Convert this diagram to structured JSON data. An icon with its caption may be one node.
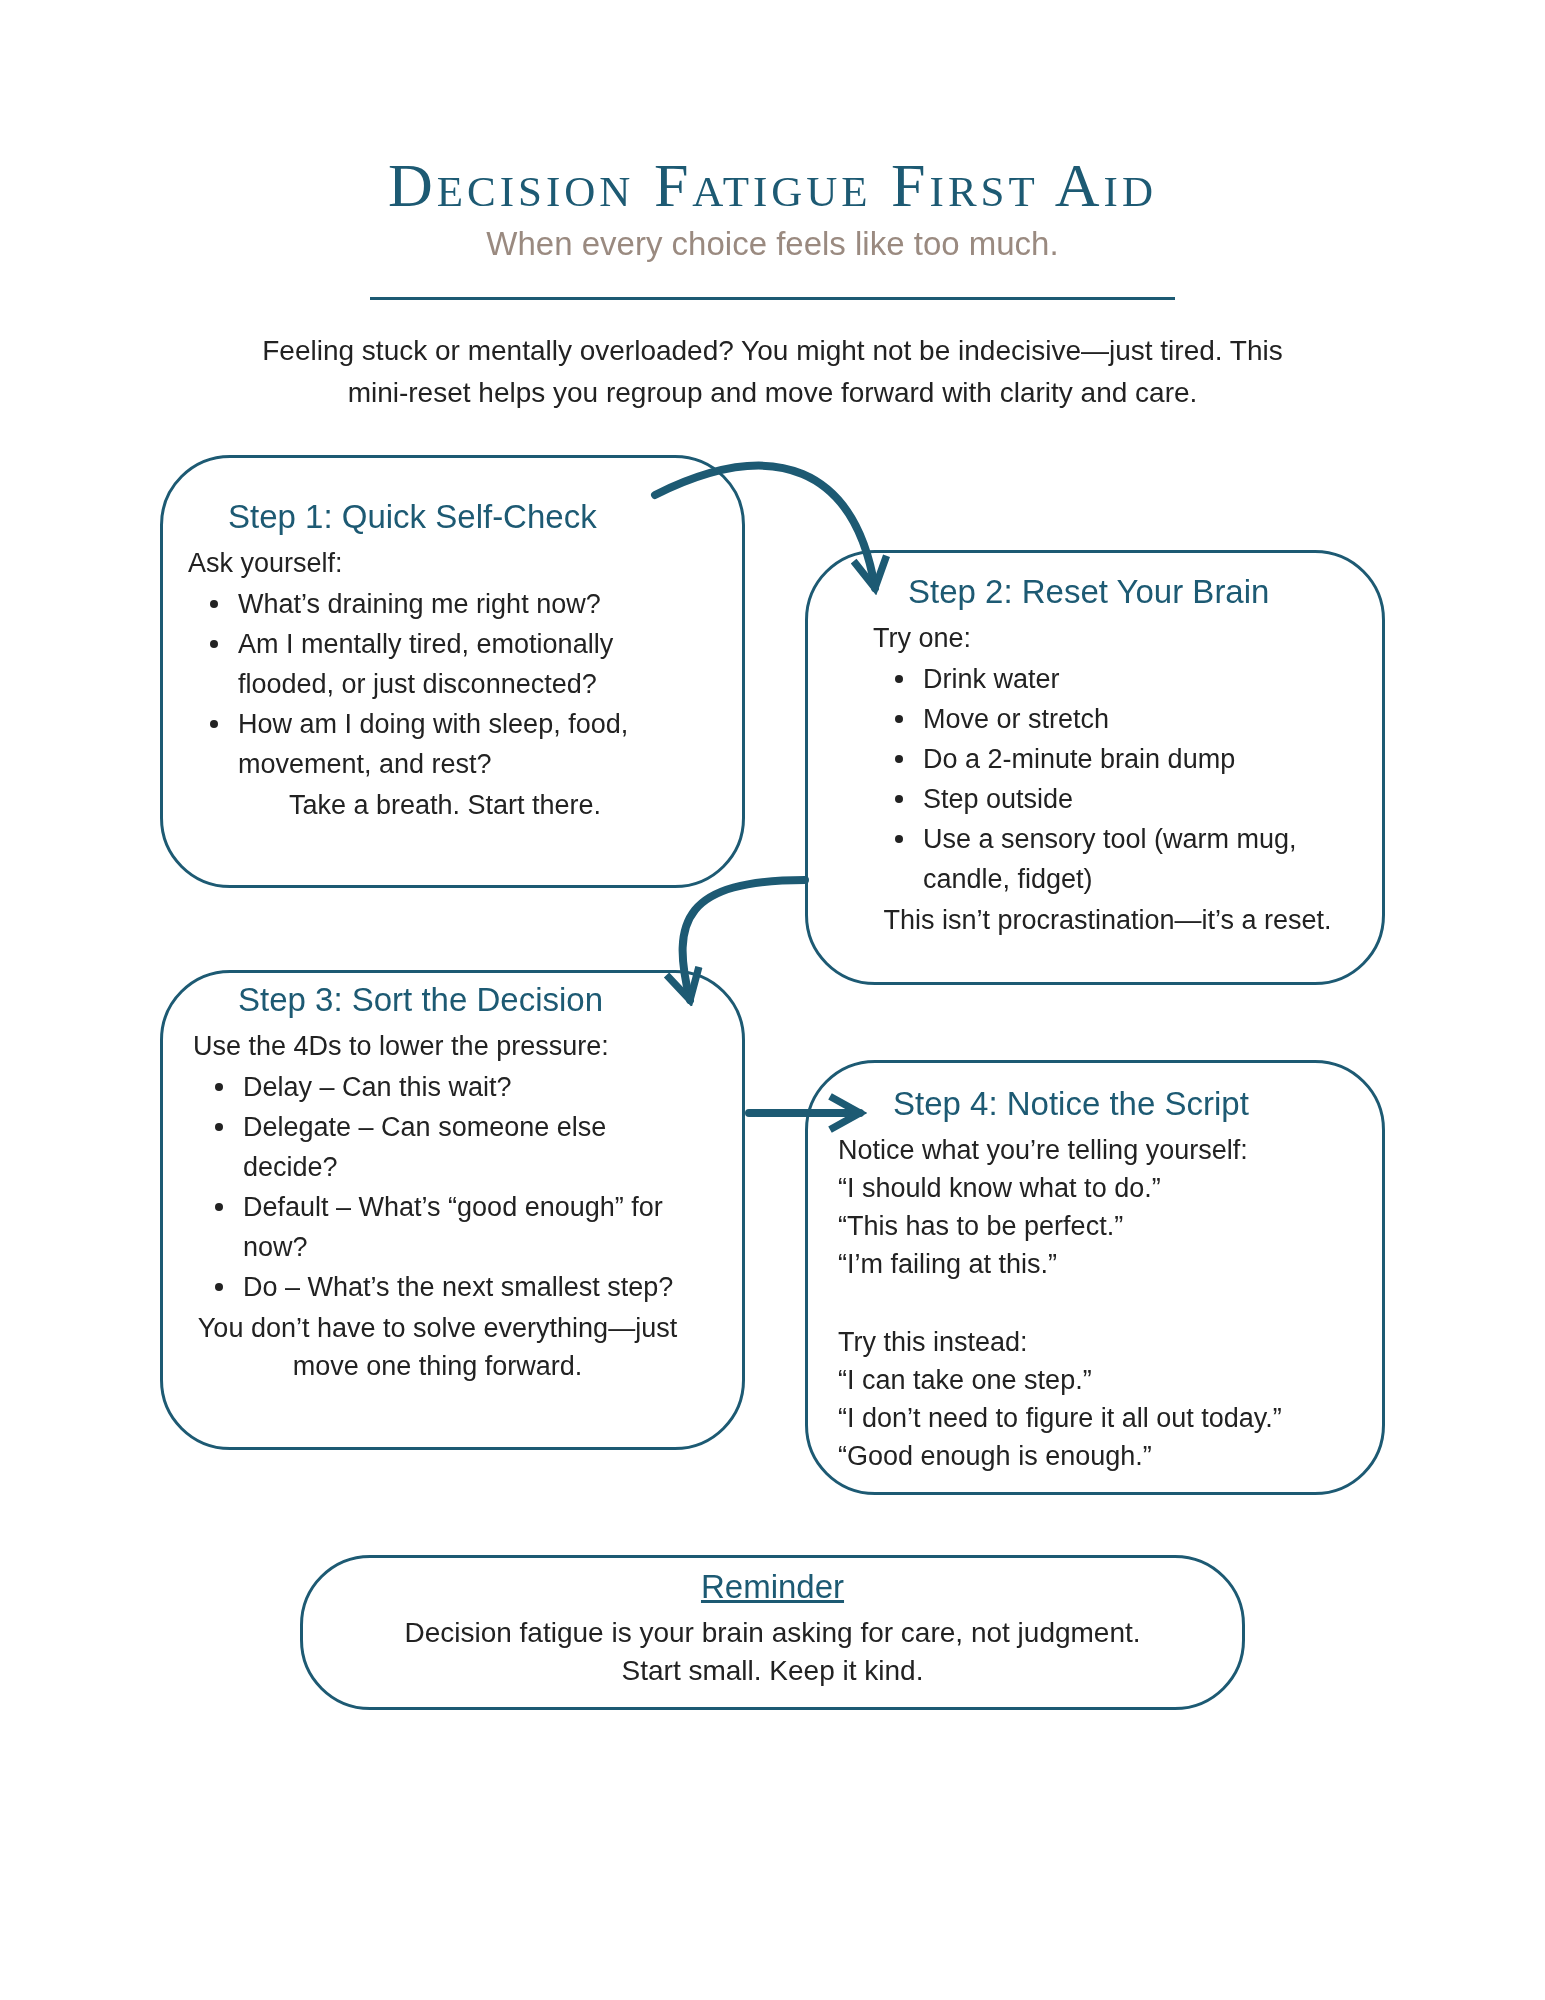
{
  "diagram": {
    "title": "Decision Fatigue First Aid",
    "caption": "When every choice feels like too much.",
    "nodes": [
      {
        "text": [
          "Step 1: Quick Self-Check",
          "Ask yourself:",
          "What’s draining me right now?",
          "Am I mentally tired, emotionally flooded, or just disconnected?",
          "How am I doing with sleep, food, movement, and rest?",
          "Take a breath. Start there."
        ]
      },
      {
        "text": [
          "Step 2: Reset Your Brain",
          "Try one:",
          "Drink water",
          "Move or stretch",
          "Do a 2-minute brain dump",
          "Step outside",
          "Use a sensory tool (warm mug, candle, fidget)",
          "This isn’t procrastination—it’s a reset."
        ]
      },
      {
        "text": [
          "Step 3: Sort the Decision",
          "Use the 4Ds to lower the pressure:",
          "Delay – Can this wait?",
          "Delegate – Can someone else decide?",
          "Default – What’s “good enough” for now?",
          "Do – What’s the next smallest step?",
          "You don’t have to solve everything—just move one thing forward."
        ]
      },
      {
        "text": [
          "Step 4: Notice the Script",
          "Notice what you’re telling yourself:",
          "“I should know what to do.”",
          "“This has to be perfect.”",
          "“I’m failing at this.”",
          "Try this instead:",
          "“I can take one step.”",
          "“I don’t need to figure it all out today.”",
          "“Good enough is enough.”"
        ]
      },
      {
        "text": [
          "Reminder",
          "Decision fatigue is your brain asking for care, not judgment.",
          "Start small. Keep it kind."
        ]
      }
    ],
    "edges": [
      {
        "from": 0,
        "to": 1,
        "arrow": "to"
      },
      {
        "from": 1,
        "to": 2,
        "arrow": "to"
      },
      {
        "from": 2,
        "to": 3,
        "arrow": "to"
      }
    ],
    "labels": [
      "Feeling stuck or mentally overloaded? You might not be indecisive—just tired. This mini-reset helps you regroup and move forward with clarity and care."
    ]
  }
}
